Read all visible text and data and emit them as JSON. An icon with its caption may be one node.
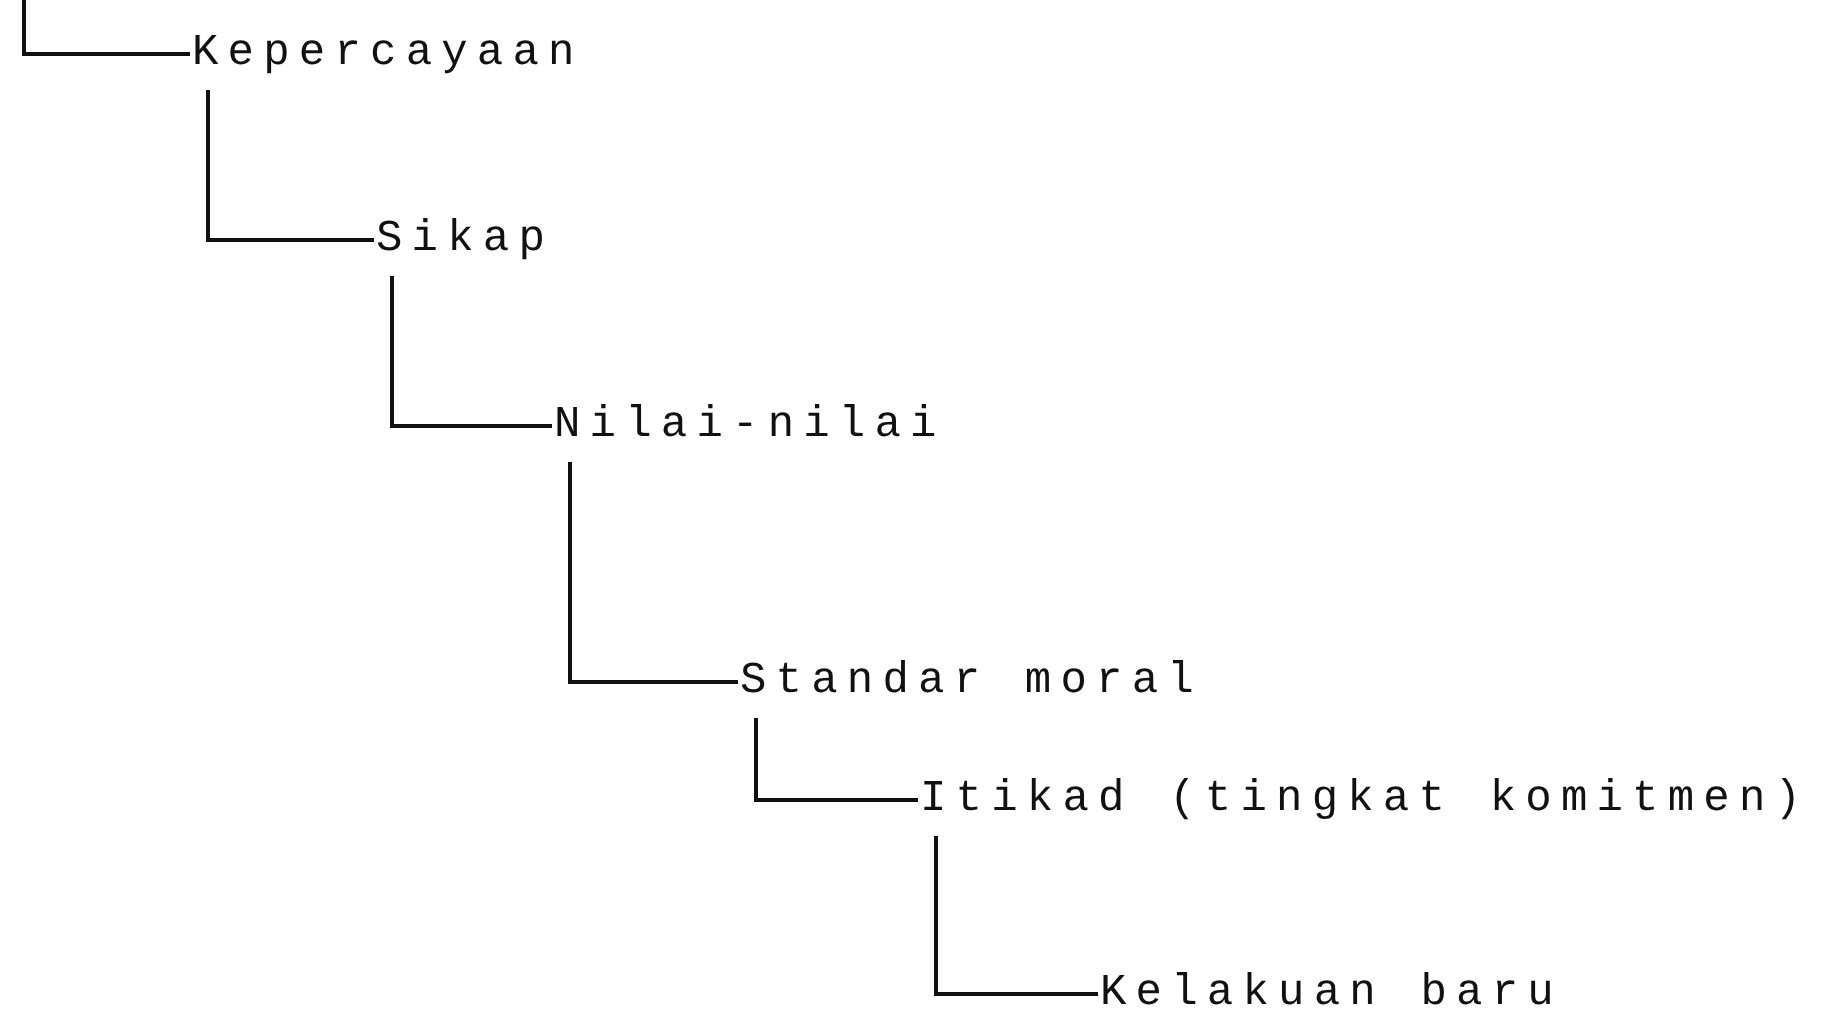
{
  "diagram": {
    "nodes": [
      {
        "text": [
          "Kepercayaan"
        ]
      },
      {
        "text": [
          "Sikap"
        ]
      },
      {
        "text": [
          "Nilai-nilai"
        ]
      },
      {
        "text": [
          "Standar moral"
        ]
      },
      {
        "text": [
          "Itikad (tingkat komitmen)"
        ]
      },
      {
        "text": [
          "Kelakuan baru"
        ]
      }
    ],
    "edges": [
      {
        "from": null,
        "to": 0,
        "arrow": "none"
      },
      {
        "from": 0,
        "to": 1,
        "arrow": "none"
      },
      {
        "from": 1,
        "to": 2,
        "arrow": "none"
      },
      {
        "from": 2,
        "to": 3,
        "arrow": "none"
      },
      {
        "from": 3,
        "to": 4,
        "arrow": "none"
      },
      {
        "from": 4,
        "to": 5,
        "arrow": "none"
      }
    ]
  }
}
